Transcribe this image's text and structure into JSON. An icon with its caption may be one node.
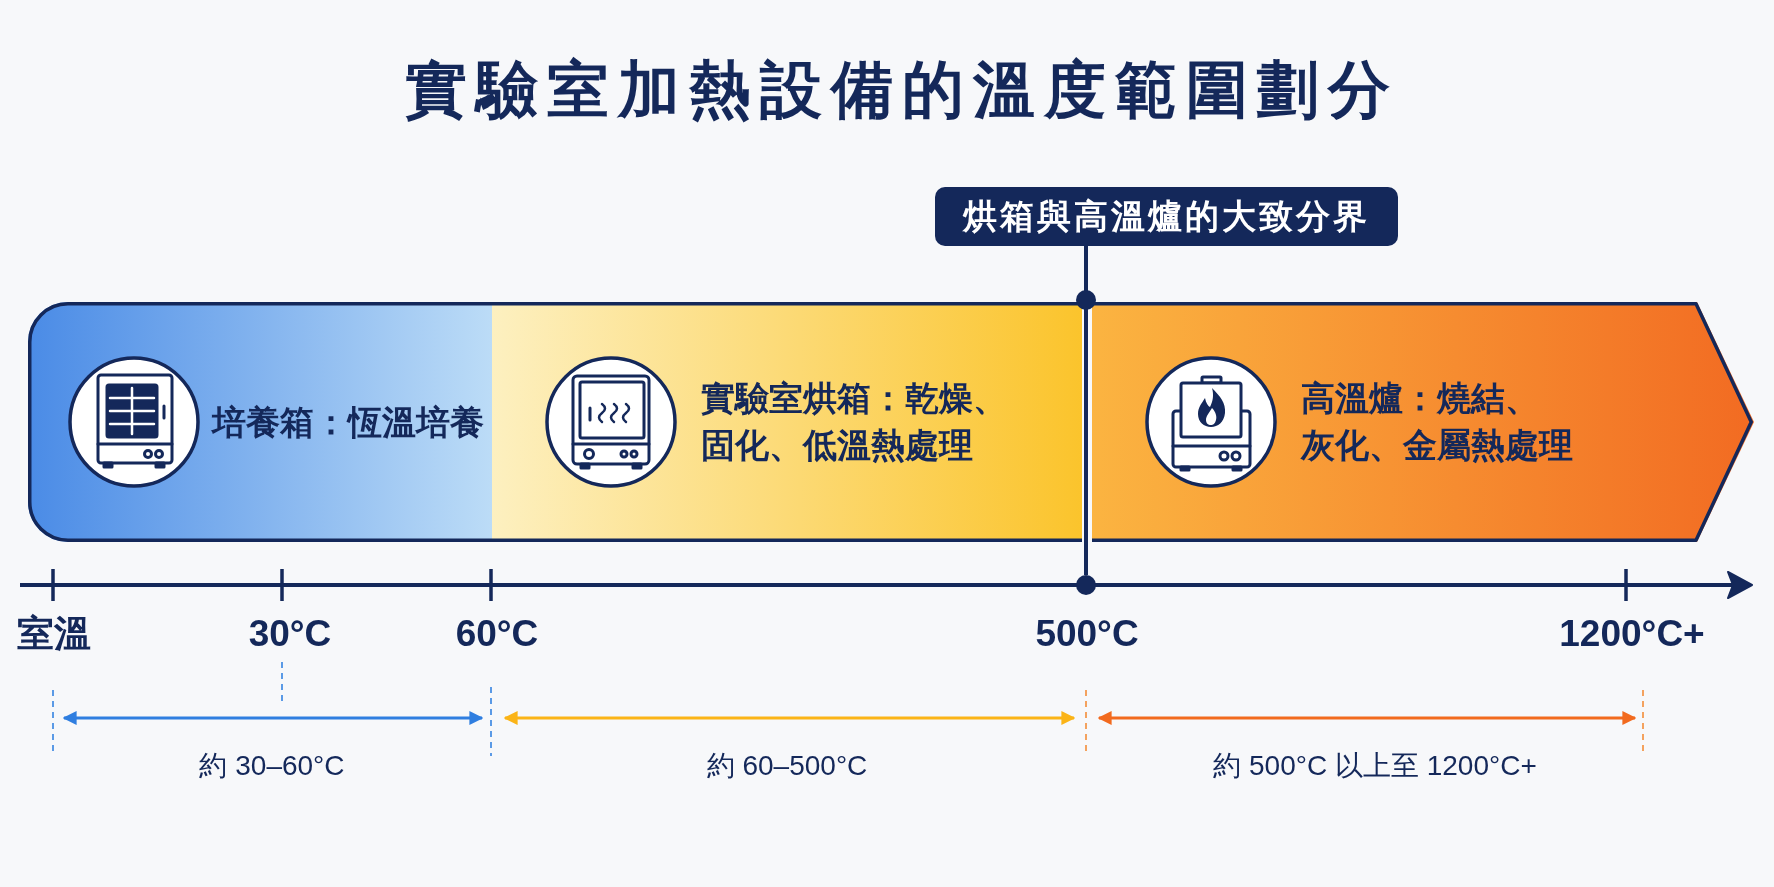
{
  "diagram": {
    "title": "實驗室加熱設備的溫度範圍劃分",
    "nodes": [
      {
        "text": [
          "烘箱與高溫爐的大致分界"
        ]
      },
      {
        "text": [
          "培養箱：恆溫培養"
        ]
      },
      {
        "text": [
          "實驗室烘箱：乾燥、固化、低溫熱處理"
        ]
      },
      {
        "text": [
          "高溫爐：燒結、灰化、金屬熱處理"
        ]
      },
      {
        "text": [],
        "shape": "circle"
      }
    ],
    "edges": [
      {
        "from": 0,
        "to": 4,
        "arrow": "none"
      }
    ],
    "labels": [
      "室溫",
      "30°C",
      "60°C",
      "500°C",
      "1200°C+",
      "約 30–60°C",
      "約 60–500°C",
      "約 500°C 以上至 1200°C+"
    ]
  }
}
